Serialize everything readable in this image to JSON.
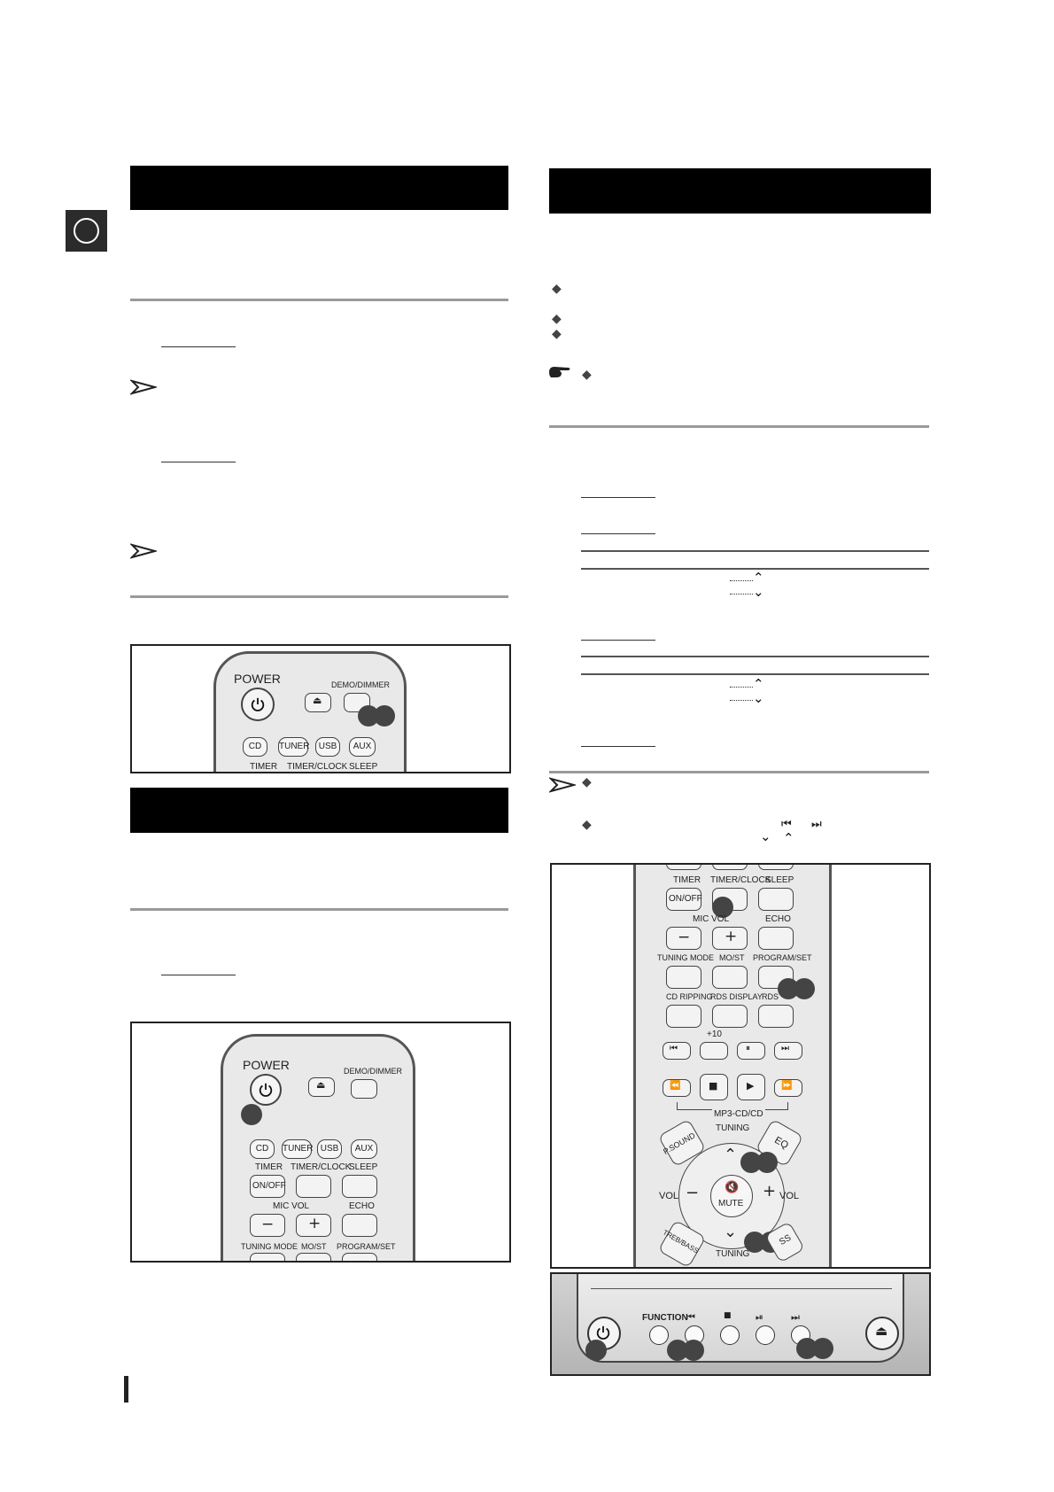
{
  "remote_top": {
    "power": "POWER",
    "demo_dimmer": "DEMO/DIMMER",
    "row_buttons": [
      "CD",
      "TUNER",
      "USB",
      "AUX"
    ],
    "row_labels": [
      "TIMER",
      "TIMER/CLOCK",
      "SLEEP"
    ]
  },
  "remote_mid": {
    "power": "POWER",
    "demo_dimmer": "DEMO/DIMMER",
    "row_buttons": [
      "CD",
      "TUNER",
      "USB",
      "AUX"
    ],
    "timer": "TIMER",
    "timer_clock": "TIMER/CLOCK",
    "sleep": "SLEEP",
    "on_off": "ON/OFF",
    "mic_vol": "MIC VOL",
    "echo": "ECHO",
    "minus": "−",
    "plus": "+",
    "tuning_mode": "TUNING MODE",
    "mo_st": "MO/ST",
    "program_set": "PROGRAM/SET"
  },
  "remote_big": {
    "timer": "TIMER",
    "timer_clock": "TIMER/CLOCK",
    "sleep": "SLEEP",
    "on_off": "ON/OFF",
    "mic_vol": "MIC VOL",
    "echo": "ECHO",
    "minus": "−",
    "plus": "+",
    "tuning_mode": "TUNING MODE",
    "mo_st": "MO/ST",
    "program_set": "PROGRAM/SET",
    "cd_ripping": "CD RIPPING",
    "rds_display": "RDS DISPLAY",
    "rds": "RDS",
    "plus10": "+10",
    "mp3_cd": "MP3-CD/CD",
    "psound": "P.SOUND",
    "tuning_top": "TUNING",
    "eq": "EQ",
    "vol_left": "VOL",
    "vol_right": "VOL",
    "mute": "MUTE",
    "treb_bass": "TREB/BASS",
    "tuning_bottom": "TUNING",
    "ss": "SS"
  },
  "panel": {
    "function": "FUNCTION"
  }
}
